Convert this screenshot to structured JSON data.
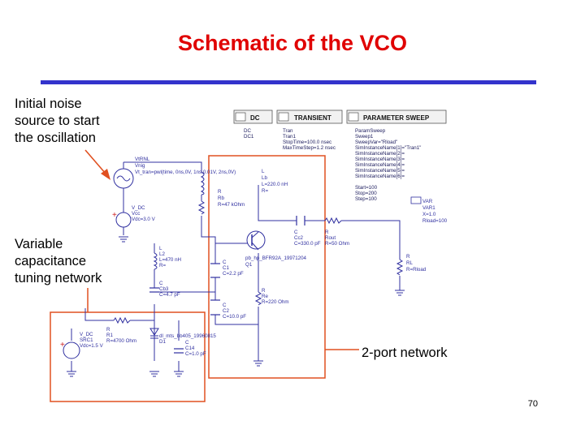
{
  "title": "Schematic of the VCO",
  "labels": {
    "noise_source": "Initial noise\nsource to start\nthe oscillation",
    "variable_cap": "Variable\ncapacitance\ntuning network",
    "two_port": "2-port network"
  },
  "page_number": "70",
  "colors": {
    "title": "#e00000",
    "rule": "#3333cc",
    "highlight_box": "#e05020",
    "wire": "#3030a0",
    "arrow": "#e05020"
  },
  "controllers": {
    "dc": {
      "header": "DC",
      "lines": [
        "DC",
        "DC1"
      ]
    },
    "transient": {
      "header": "TRANSIENT",
      "lines": [
        "Tran",
        "Tran1",
        "StopTime=100.0 nsec",
        "MaxTimeStep=1.2 nsec"
      ]
    },
    "sweep": {
      "header": "PARAMETER SWEEP",
      "lines": [
        "ParamSweep",
        "Sweep1",
        "SweepVar=\"Rload\"",
        "SimInstanceName[1]=\"Tran1\"",
        "SimInstanceName[2]=",
        "SimInstanceName[3]=",
        "SimInstanceName[4]=",
        "SimInstanceName[5]=",
        "SimInstanceName[6]=",
        "Start=100",
        "Stop=200",
        "Step=100"
      ]
    }
  },
  "components": {
    "vtran": [
      "VtRNL",
      "Vnig",
      "Vt_tran=pwl(time, 0ns,0V, 1ns,0.01V, 2ns,0V)"
    ],
    "lb": [
      "L",
      "Lb",
      "L=220.0 nH",
      "R="
    ],
    "rb": [
      "R",
      "Rb",
      "R=47 kOhm"
    ],
    "vcc": [
      "V_DC",
      "Vcc",
      "Vdc=3.0 V"
    ],
    "cc2": [
      "C",
      "Cc2",
      "C=330.0 pF"
    ],
    "rout": [
      "R",
      "Rout",
      "R=50 Ohm"
    ],
    "var": [
      "VAR",
      "VAR1",
      "X=1.0",
      "Rload=100"
    ],
    "rl": [
      "R",
      "RL",
      "R=Rload"
    ],
    "l2": [
      "L",
      "L2",
      "L=470 nH",
      "R="
    ],
    "c1": [
      "C",
      "C1",
      "C=2.2 pF"
    ],
    "q1": [
      "pb_hp_BFR92A_19971204",
      "Q1"
    ],
    "cb3": [
      "C",
      "Cb3",
      "C=4.7 pF"
    ],
    "c2": [
      "C",
      "C2",
      "C=10.0 pF"
    ],
    "re": [
      "R",
      "Re",
      "R=220 Ohm"
    ],
    "src1": [
      "V_DC",
      "SRC1",
      "Vdc=1.5 V"
    ],
    "r1": [
      "R",
      "R1",
      "R=4700 Ohm"
    ],
    "d1": [
      "dl_mts_bb405_19960815",
      "D1"
    ],
    "c14": [
      "C",
      "C14",
      "C=1.0 pF"
    ]
  }
}
